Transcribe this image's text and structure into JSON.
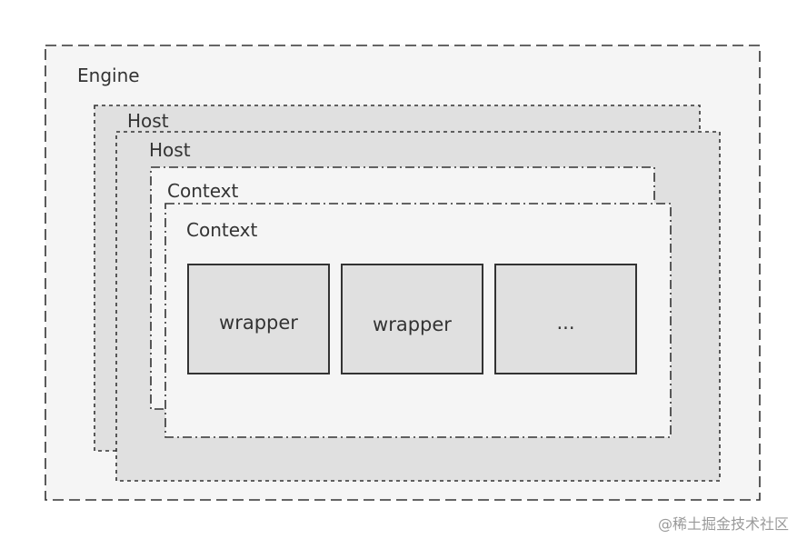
{
  "diagram": {
    "engine": {
      "label": "Engine"
    },
    "host_back": {
      "label": "Host"
    },
    "host_front": {
      "label": "Host"
    },
    "context_back": {
      "label": "Context"
    },
    "context_front": {
      "label": "Context"
    },
    "boxes": [
      {
        "label": "wrapper"
      },
      {
        "label": "wrapper"
      },
      {
        "label": "..."
      }
    ]
  },
  "watermark": "@稀土掘金技术社区",
  "colors": {
    "engine_fill": "#f5f5f5",
    "host_fill": "#e0e0e0",
    "context_fill": "#f5f5f5",
    "box_fill": "#e0e0e0",
    "stroke": "#333333"
  }
}
